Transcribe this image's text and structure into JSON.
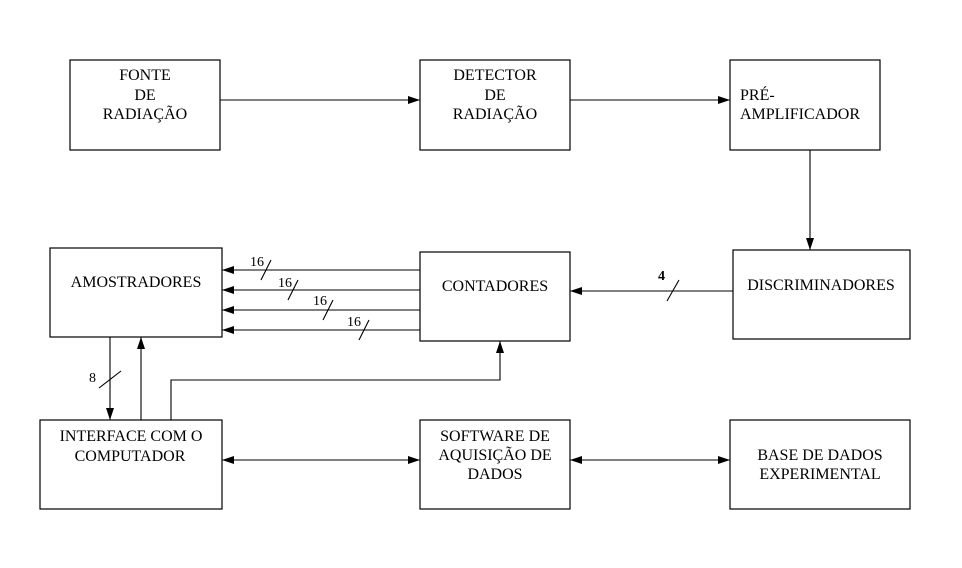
{
  "blocks": {
    "fonte": {
      "lines": [
        "FONTE",
        "DE",
        "RADIAÇÃO"
      ]
    },
    "detector": {
      "lines": [
        "DETECTOR",
        "DE",
        "RADIAÇÃO"
      ]
    },
    "pre_amplificador": {
      "lines": [
        "PRÉ-",
        "AMPLIFICADOR"
      ]
    },
    "amostradores": {
      "lines": [
        "AMOSTRADORES"
      ]
    },
    "contadores": {
      "lines": [
        "CONTADORES"
      ]
    },
    "discriminadores": {
      "lines": [
        "DISCRIMINADORES"
      ]
    },
    "interface": {
      "lines": [
        "INTERFACE COM O",
        "COMPUTADOR"
      ]
    },
    "software": {
      "lines": [
        "SOFTWARE DE",
        "AQUISIÇÃO DE",
        "DADOS"
      ]
    },
    "base_dados": {
      "lines": [
        "BASE DE DADOS",
        "EXPERIMENTAL"
      ]
    }
  },
  "bus_widths": {
    "discriminadores_to_contadores": "4",
    "contadores_to_amostradores": [
      "16",
      "16",
      "16",
      "16"
    ],
    "amostradores_to_interface": "8"
  }
}
